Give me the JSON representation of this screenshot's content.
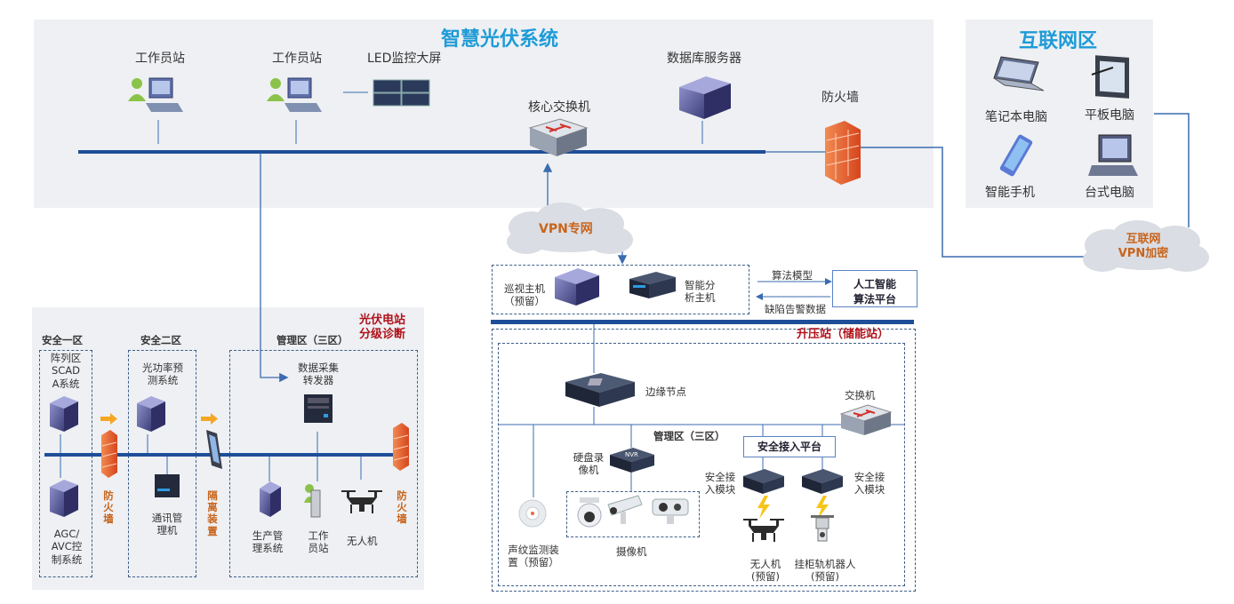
{
  "top": {
    "title": "智慧光伏系统",
    "workstation1": "工作员站",
    "workstation2": "工作员站",
    "led_wall": "LED监控大屏",
    "db_server": "数据库服务器",
    "core_switch": "核心交换机",
    "firewall": "防火墙"
  },
  "internet": {
    "title": "互联网区",
    "laptop": "笔记本电脑",
    "tablet": "平板电脑",
    "phone": "智能手机",
    "desktop": "台式电脑",
    "vpn_line1": "互联网",
    "vpn_line2": "VPN加密"
  },
  "vpn": "VPN专网",
  "patrol": {
    "host_line1": "巡视主机",
    "host_line2": "（预留）",
    "analysis_line1": "智能分",
    "analysis_line2": "析主机",
    "algo_model": "算法模型",
    "defect_data": "缺陷告警数据",
    "ai_line1": "人工智能",
    "ai_line2": "算法平台"
  },
  "pv_station": {
    "title_line1": "光伏电站",
    "title_line2": "分级诊断",
    "zone1": "安全一区",
    "zone2": "安全二区",
    "zone3": "管理区（三区）",
    "scada_l1": "阵列区",
    "scada_l2": "SCAD",
    "scada_l3": "A系统",
    "agc_l1": "AGC/",
    "agc_l2": "AVC控",
    "agc_l3": "制系统",
    "fw1": [
      "防",
      "火",
      "墙"
    ],
    "power_l1": "光功率预",
    "power_l2": "测系统",
    "comm_l1": "通讯管",
    "comm_l2": "理机",
    "isolation": [
      "隔",
      "离",
      "装",
      "置"
    ],
    "collector_l1": "数据采集",
    "collector_l2": "转发器",
    "prod_l1": "生产管",
    "prod_l2": "理系统",
    "ws_l1": "工作",
    "ws_l2": "员站",
    "drone": "无人机",
    "fw2": [
      "防",
      "火",
      "墙"
    ]
  },
  "booster": {
    "title": "升压站（储能站）",
    "edge": "边缘节点",
    "switch": "交换机",
    "mgmt": "管理区（三区）",
    "nvr_l1": "硬盘录",
    "nvr_l2": "像机",
    "nvr_badge": "NVR",
    "secure_platform": "安全接入平台",
    "module_left_l1": "安全接",
    "module_left_l2": "入模块",
    "module_right_l1": "安全接",
    "module_right_l2": "入模块",
    "acoustic_l1": "声纹监测装",
    "acoustic_l2": "置（预留）",
    "camera": "摄像机",
    "drone_l1": "无人机",
    "drone_l2": "(预留)",
    "robot_l1": "挂柜轨机器人",
    "robot_l2": "(预留)"
  },
  "colors": {
    "bus": "#1f4e99",
    "line": "#3b6bb0",
    "title_blue": "#1e9bd7",
    "title_red": "#b0121b",
    "orange": "#c8641c",
    "panel": "#eef0f3"
  }
}
